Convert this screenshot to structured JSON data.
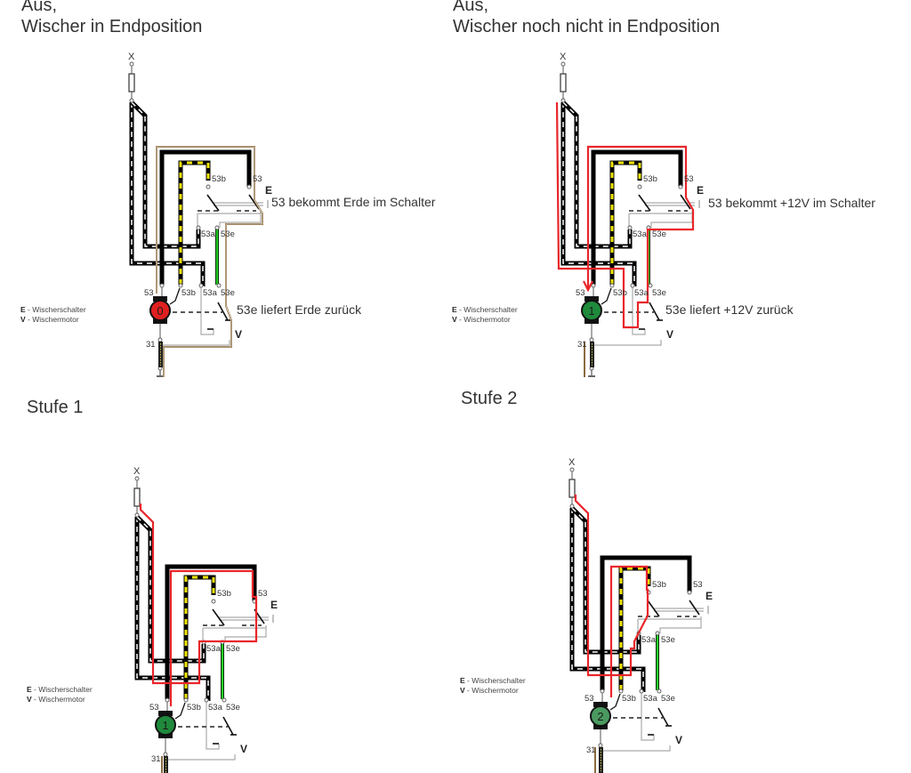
{
  "colors": {
    "ground_path": "#8b6b3d",
    "plus_path": "#e8262b",
    "motor_off": "#e02020",
    "motor_on": "#1f8a3c",
    "motor_stage2": "#4a9a60",
    "wire_black": "#000000",
    "wire_yellow": "#f2e600",
    "wire_green": "#22cc22",
    "wire_grey": "#aaaaaa"
  },
  "terminals": {
    "x": "X",
    "t53": "53",
    "t53b": "53b",
    "t53a": "53a",
    "t53e": "53e",
    "t31": "31",
    "switch": "E",
    "motor": "V"
  },
  "legend": {
    "e_key": "E",
    "e_text": " - Wischerschalter",
    "v_key": "V",
    "v_text": " - Wischermotor"
  },
  "panels": [
    {
      "id": "aus-endposition",
      "title": "Aus,\nWischer in Endposition",
      "motor_stage": "0",
      "motor_color": "#e02020",
      "note_switch": "53 bekommt Erde im Schalter",
      "note_motor": "53e liefert Erde zurück",
      "highlight": "ground"
    },
    {
      "id": "aus-nicht-endposition",
      "title": "Aus,\nWischer noch nicht in Endposition",
      "motor_stage": "1",
      "motor_color": "#1f8a3c",
      "note_switch": "53 bekommt +12V im Schalter",
      "note_motor": "53e liefert +12V zurück",
      "highlight": "plus"
    },
    {
      "id": "stufe-1",
      "title": "Stufe 1",
      "motor_stage": "1",
      "motor_color": "#1f8a3c",
      "highlight": "stage1"
    },
    {
      "id": "stufe-2",
      "title": "Stufe 2",
      "motor_stage": "2",
      "motor_color": "#4a9a60",
      "highlight": "stage2"
    }
  ]
}
